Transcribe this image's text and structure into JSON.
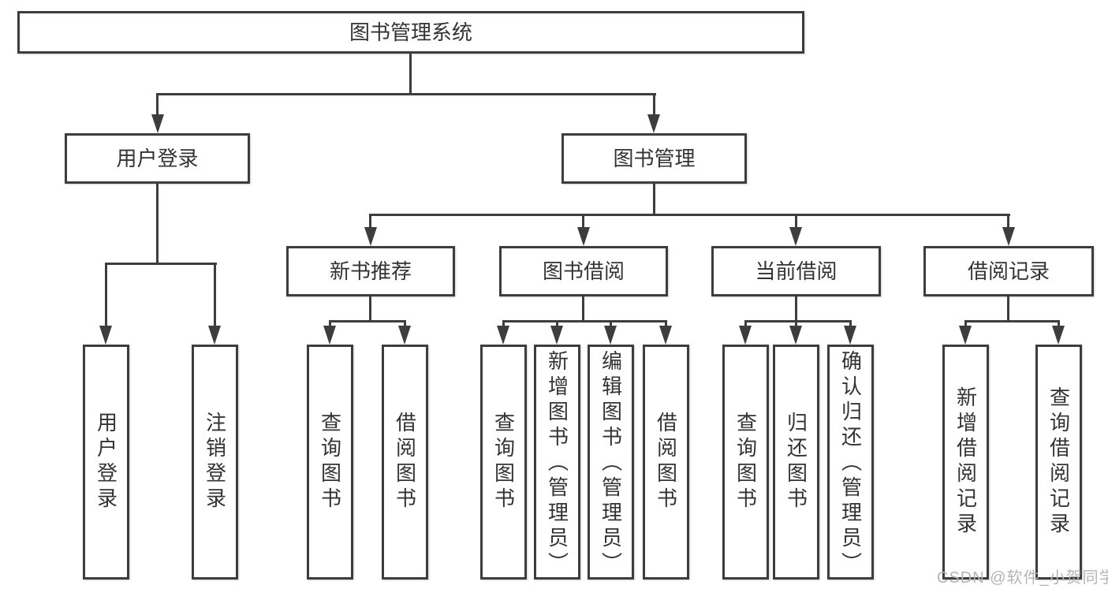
{
  "colors": {
    "line": "#3d3d3d",
    "text": "#333333",
    "background": "#ffffff",
    "watermark": "#b5b5b5"
  },
  "diagram": {
    "type": "hierarchy-tree",
    "root": {
      "label": "图书管理系统"
    },
    "children": [
      {
        "label": "用户登录",
        "children": [
          {
            "label": "用户登录"
          },
          {
            "label": "注销登录"
          }
        ]
      },
      {
        "label": "图书管理",
        "children": [
          {
            "label": "新书推荐",
            "children": [
              {
                "label": "查询图书"
              },
              {
                "label": "借阅图书"
              }
            ]
          },
          {
            "label": "图书借阅",
            "children": [
              {
                "label": "查询图书"
              },
              {
                "label": "新增图书（管理员）"
              },
              {
                "label": "编辑图书（管理员）"
              },
              {
                "label": "借阅图书"
              }
            ]
          },
          {
            "label": "当前借阅",
            "children": [
              {
                "label": "查询图书"
              },
              {
                "label": "归还图书"
              },
              {
                "label": "确认归还（管理员）"
              }
            ]
          },
          {
            "label": "借阅记录",
            "children": [
              {
                "label": "新增借阅记录"
              },
              {
                "label": "查询借阅记录"
              }
            ]
          }
        ]
      }
    ]
  },
  "watermark": {
    "text": "CSDN @软件_小贺同学"
  }
}
